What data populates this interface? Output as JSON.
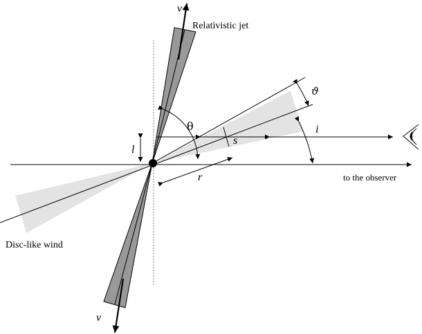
{
  "labels": {
    "jet": "Relativistic jet",
    "wind": "Disc-like wind",
    "observer": "to the observer",
    "velocity_top": "v",
    "velocity_bottom": "v",
    "theta_jet": "θ",
    "theta_open": "ϑ",
    "inclination": "i",
    "height": "l",
    "radius": "r",
    "distance": "s"
  },
  "colors": {
    "jet": "#999999",
    "wind": "#e3e3e3",
    "line": "#000000"
  }
}
